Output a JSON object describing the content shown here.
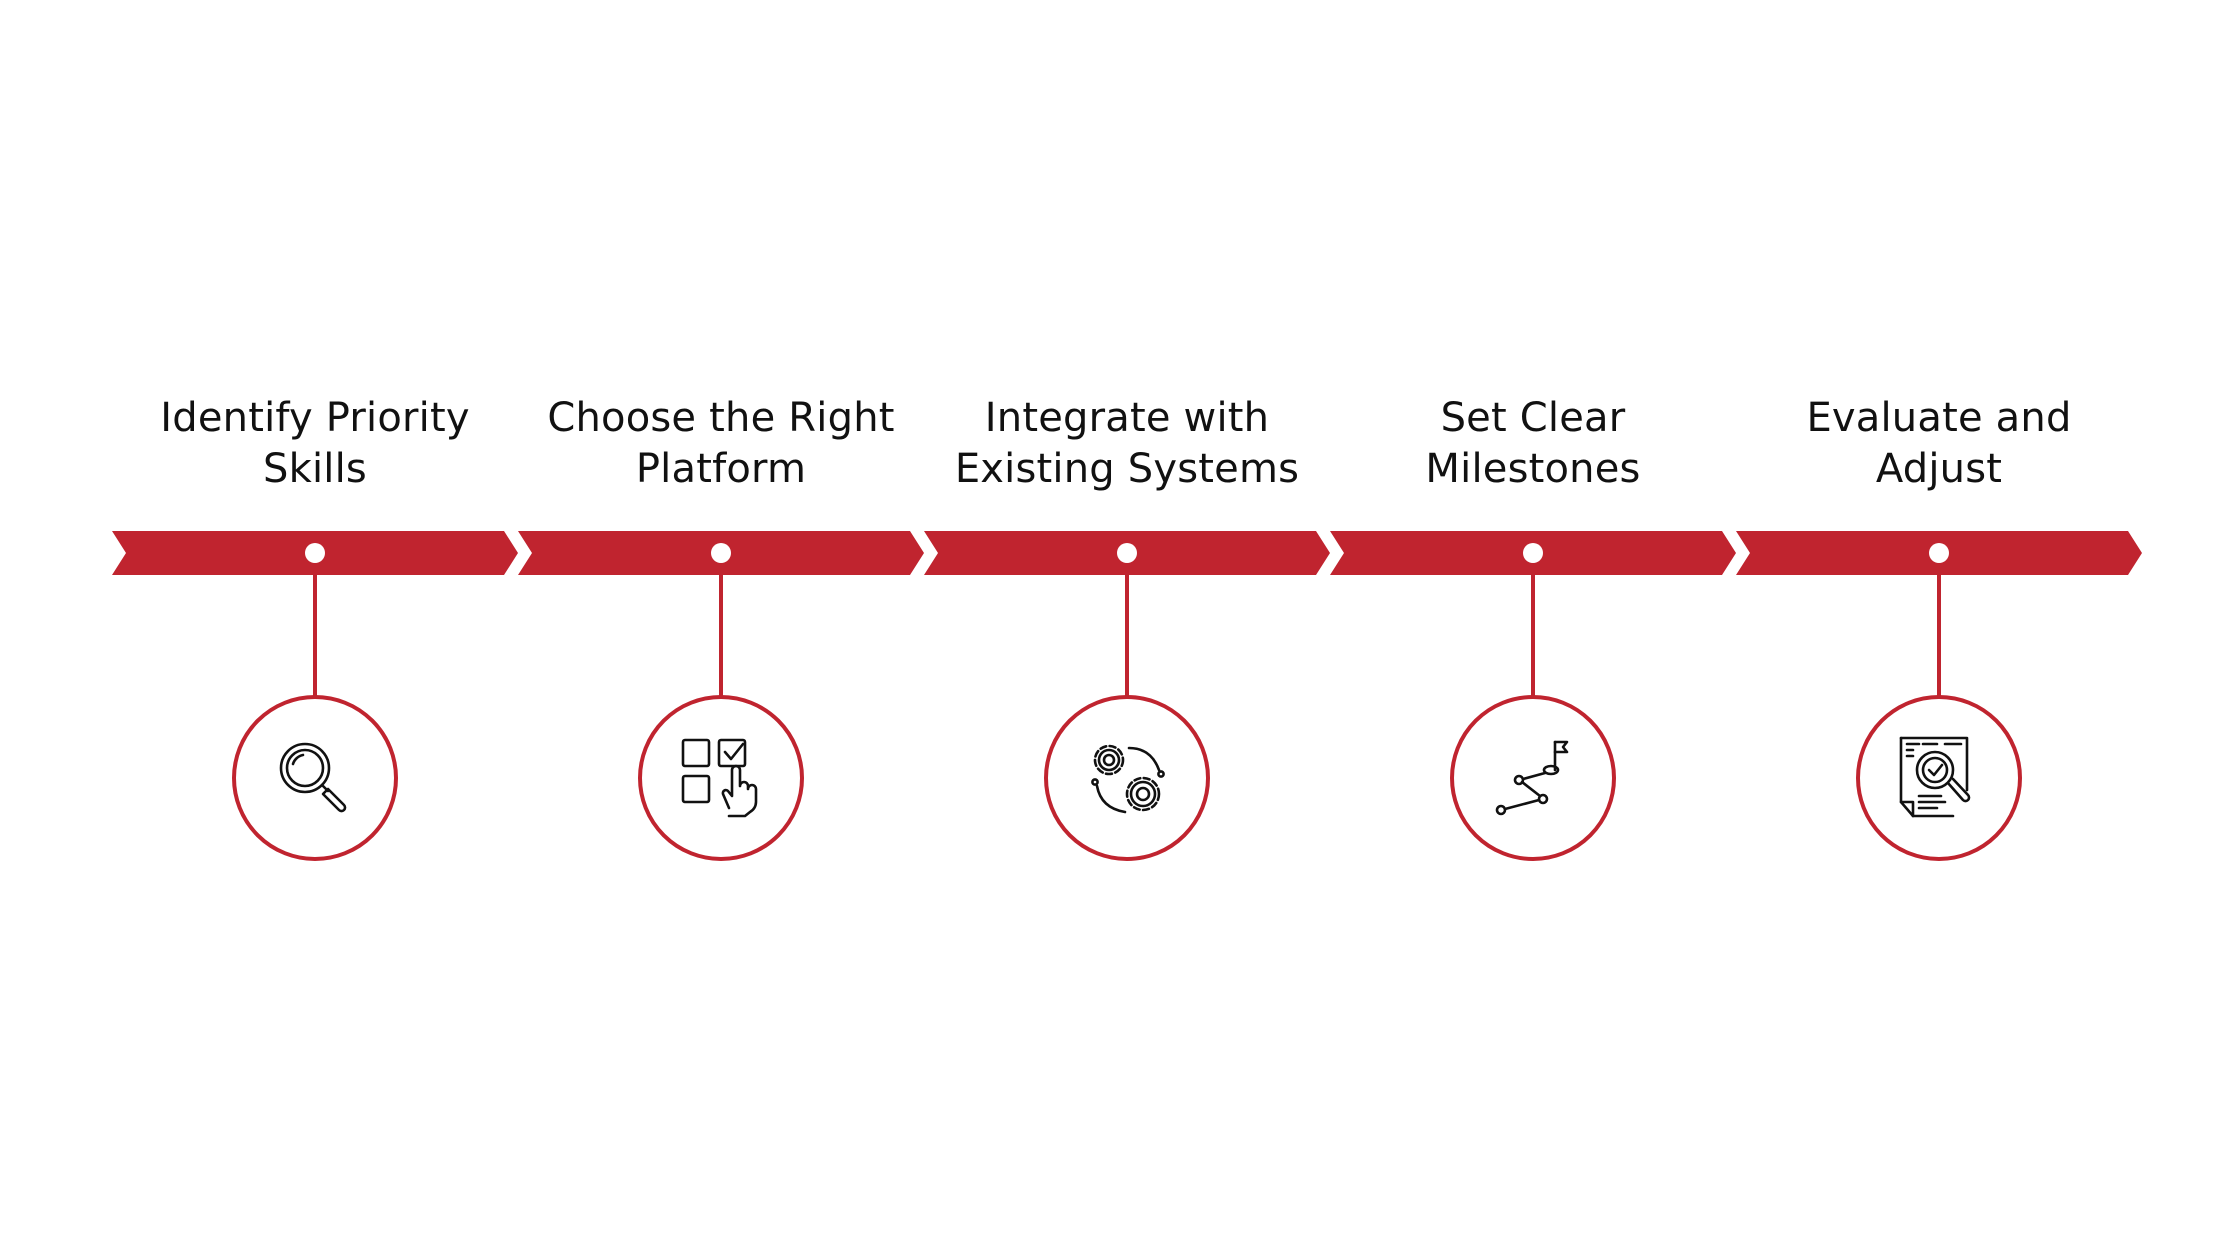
{
  "colors": {
    "accent": "#c0242f",
    "text": "#111111",
    "background": "#ffffff"
  },
  "steps": [
    {
      "line1": "Identify Priority",
      "line2": "Skills",
      "icon": "magnifier-icon"
    },
    {
      "line1": "Choose the Right",
      "line2": "Platform",
      "icon": "checklist-hand-icon"
    },
    {
      "line1": "Integrate with",
      "line2": "Existing Systems",
      "icon": "gears-icon"
    },
    {
      "line1": "Set Clear",
      "line2": "Milestones",
      "icon": "route-flag-icon"
    },
    {
      "line1": "Evaluate and",
      "line2": "Adjust",
      "icon": "document-review-icon"
    }
  ]
}
